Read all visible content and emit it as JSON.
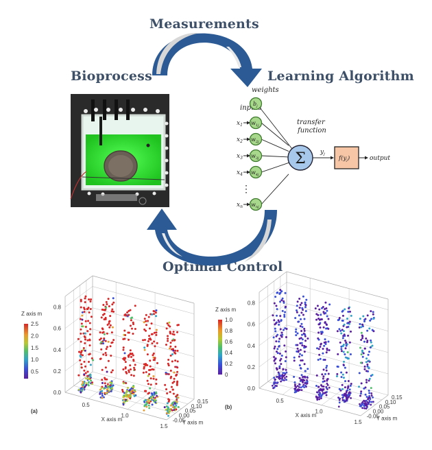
{
  "headings": {
    "measurements": "Measurements",
    "bioprocess": "Bioprocess",
    "learning_algorithm": "Learning Algorithm",
    "optimal_control": "Optimal Control"
  },
  "colors": {
    "heading": "#3e5068",
    "arrow": "#2b5a94",
    "arrow_highlight": "#d7d7d7",
    "node_fill": "#a8d88c",
    "node_stroke": "#3c7a2c",
    "sum_fill": "#a7c8ea",
    "transfer_fill": "#f6c6a7",
    "culture_green": "#39e83a"
  },
  "photo": {
    "description": "photobioreactor with green algae culture"
  },
  "neural_network": {
    "weights_label": "weights",
    "inputs_label": "inputs",
    "transfer_label_line1": "transfer",
    "transfer_label_line2": "function",
    "bias_node": "b",
    "bias_sub": "j",
    "inputs": [
      {
        "x": "x",
        "sub": "1",
        "w": "w",
        "wsub": "1j"
      },
      {
        "x": "x",
        "sub": "2",
        "w": "w",
        "wsub": "2j"
      },
      {
        "x": "x",
        "sub": "3",
        "w": "w",
        "wsub": "3j"
      },
      {
        "x": "x",
        "sub": "4",
        "w": "w",
        "wsub": "4j"
      },
      {
        "x": "x",
        "sub": "n",
        "w": "w",
        "wsub": "nj"
      }
    ],
    "ellipsis": "⋮",
    "sum_symbol": "Σ",
    "y_label": "y",
    "y_sub": "j",
    "transfer_box": "f(y",
    "transfer_box_sub": "j",
    "transfer_box_close": ")",
    "output_label": "output"
  },
  "chart_data": [
    {
      "type": "scatter",
      "panel_label": "(a)",
      "title": "",
      "xlabel": "X axis m",
      "ylabel": "Y axis m",
      "zlabel": "Z axis m",
      "x_ticks": [
        "0.5",
        "1.0",
        "1.5"
      ],
      "y_ticks": [
        "-0.05",
        "0.00",
        "0.05",
        "0.10",
        "0.15"
      ],
      "z_ticks": [
        "0.0",
        "0.2",
        "0.4",
        "0.6",
        "0.8"
      ],
      "xlim": [
        0.2,
        1.5
      ],
      "ylim": [
        -0.07,
        0.15
      ],
      "zlim": [
        0.0,
        0.9
      ],
      "colorbar": {
        "ticks": [
          "0.5",
          "1.0",
          "1.5",
          "2.0",
          "2.5"
        ],
        "range": [
          0.2,
          2.5
        ],
        "colormap": "rainbow"
      },
      "planes_x": [
        0.35,
        0.62,
        0.9,
        1.18,
        1.46
      ],
      "dominant_value": 2.5,
      "note": "points concentrated in five vertical planes; mostly high values (red) with low values near bottom"
    },
    {
      "type": "scatter",
      "panel_label": "(b)",
      "title": "",
      "xlabel": "X axis m",
      "ylabel": "Y axis m",
      "zlabel": "Z axis m",
      "x_ticks": [
        "0.5",
        "1.0",
        "1.5"
      ],
      "y_ticks": [
        "-0.05",
        "0.00",
        "0.05",
        "0.10",
        "0.15"
      ],
      "z_ticks": [
        "0.0",
        "0.2",
        "0.4",
        "0.6",
        "0.8"
      ],
      "xlim": [
        0.2,
        1.5
      ],
      "ylim": [
        -0.07,
        0.15
      ],
      "zlim": [
        0.0,
        0.9
      ],
      "colorbar": {
        "ticks": [
          "0",
          "0.2",
          "0.4",
          "0.6",
          "0.8",
          "1.0"
        ],
        "range": [
          0,
          1.0
        ],
        "colormap": "rainbow"
      },
      "planes_x": [
        0.35,
        0.62,
        0.9,
        1.18,
        1.46
      ],
      "dominant_value": 0.05,
      "note": "points concentrated in five vertical planes; mostly low values (purple/blue) with some cyan at the top of later planes"
    }
  ]
}
